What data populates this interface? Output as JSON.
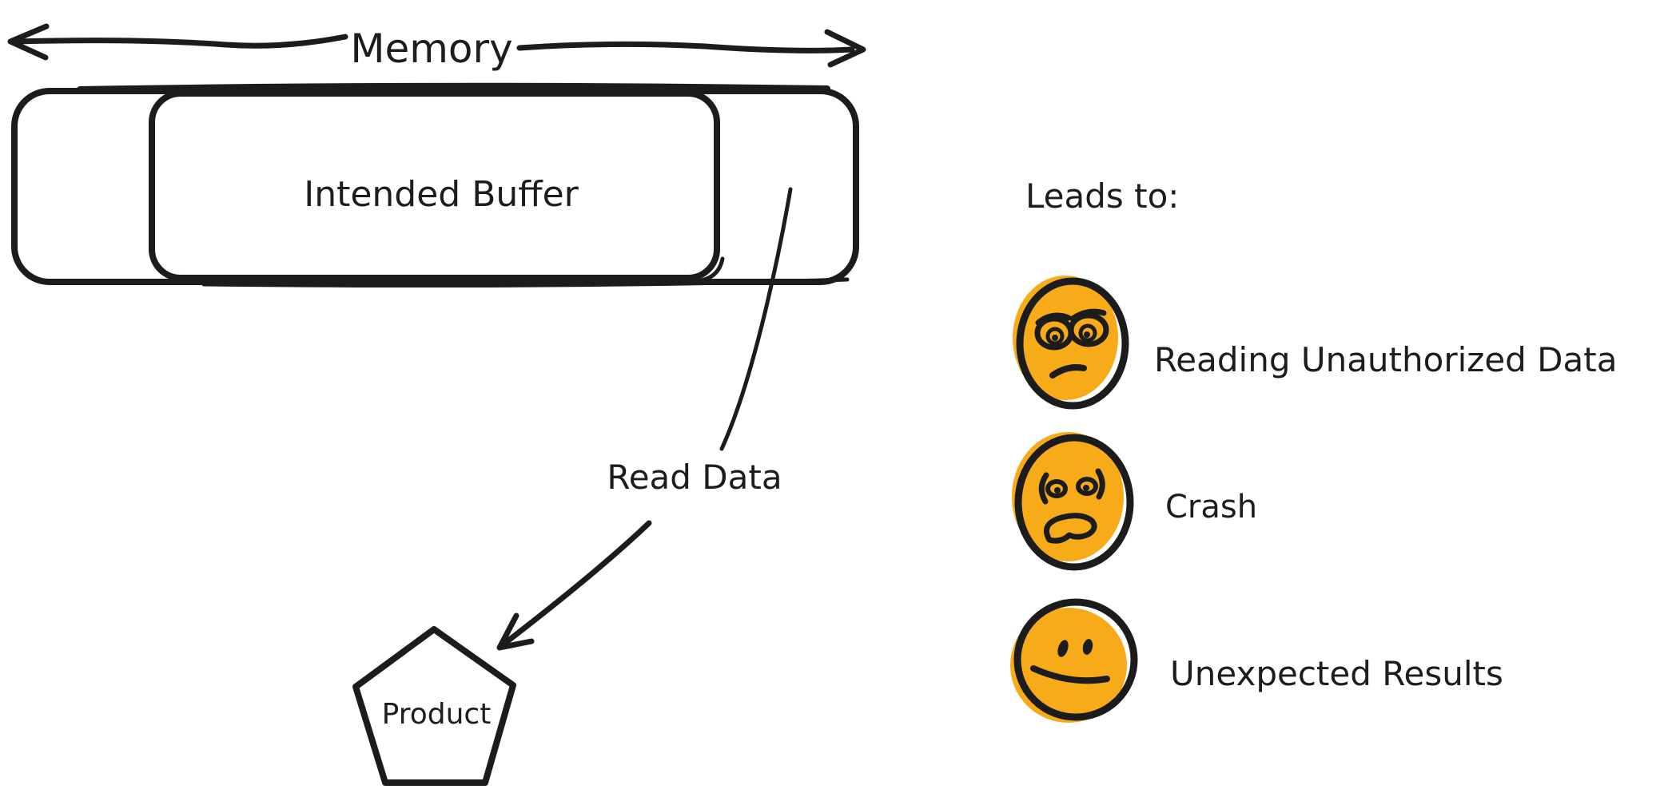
{
  "memory": {
    "label": "Memory",
    "buffer_label": "Intended Buffer"
  },
  "flow": {
    "read_data_label": "Read Data",
    "product_label": "Product"
  },
  "outcomes": {
    "heading": "Leads to:",
    "items": [
      {
        "icon": "flushed-worried-face-icon",
        "label": "Reading Unauthorized Data"
      },
      {
        "icon": "anguished-face-icon",
        "label": "Crash"
      },
      {
        "icon": "unamused-face-icon",
        "label": "Unexpected Results"
      }
    ]
  },
  "colors": {
    "ink": "#1c1c1c",
    "buffer_fill": "#8ccbf7",
    "face_fill": "#f7ab18",
    "arrow_accent": "#e7295c",
    "background": "#ffffff"
  }
}
